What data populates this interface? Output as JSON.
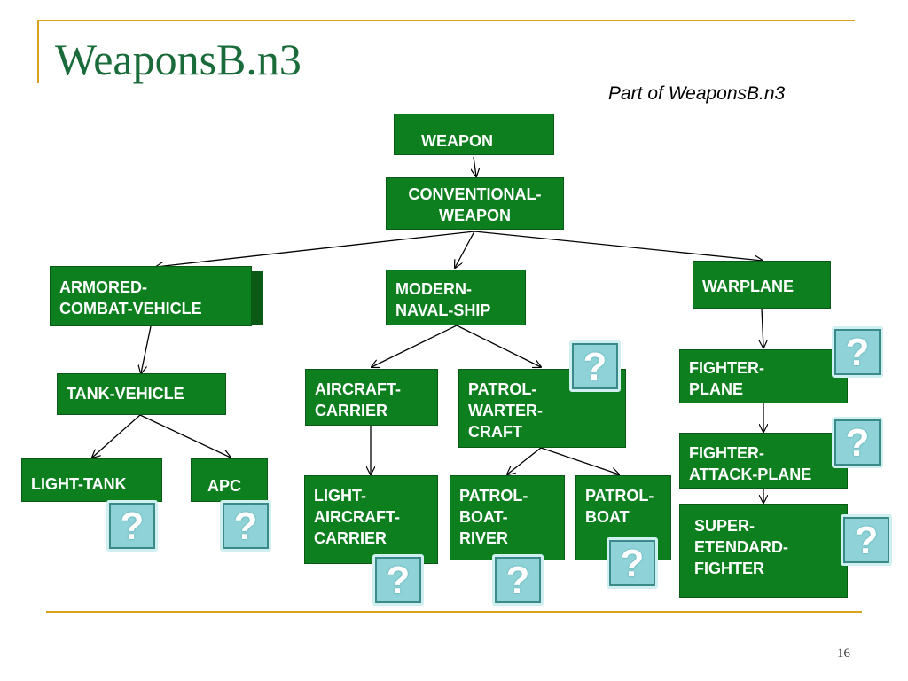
{
  "slide": {
    "title": "WeaponsB.n3",
    "subtitle": "Part of WeaponsB.n3",
    "page_number": "16"
  },
  "nodes": {
    "weapon": "WEAPON",
    "conventional_weapon": "CONVENTIONAL-\nWEAPON",
    "armored_combat_vehicle": "ARMORED-\nCOMBAT-VEHICLE",
    "modern_naval_ship": "MODERN-\nNAVAL-SHIP",
    "warplane": "WARPLANE",
    "tank_vehicle": "TANK-VEHICLE",
    "aircraft_carrier": "AIRCRAFT-\nCARRIER",
    "patrol_warter_craft": "PATROL-\nWARTER-\nCRAFT",
    "fighter_plane": "FIGHTER-\nPLANE",
    "light_tank": "LIGHT-TANK",
    "apc": "APC",
    "light_aircraft_carrier": "LIGHT-\nAIRCRAFT-\nCARRIER",
    "patrol_boat_river": "PATROL-\nBOAT-\nRIVER",
    "patrol_boat": "PATROL-\nBOAT",
    "fighter_attack_plane": "FIGHTER-\nATTACK-PLANE",
    "super_etendard_fighter": "SUPER-\nETENDARD-\nFIGHTER"
  },
  "question_mark": "?",
  "colors": {
    "node_fill": "#0d7f1f",
    "title_color": "#1a6b3a",
    "accent_rule": "#d9a21b",
    "question_fill": "#8fd3d8"
  },
  "icons": {
    "unknown": "question-mark-icon"
  }
}
